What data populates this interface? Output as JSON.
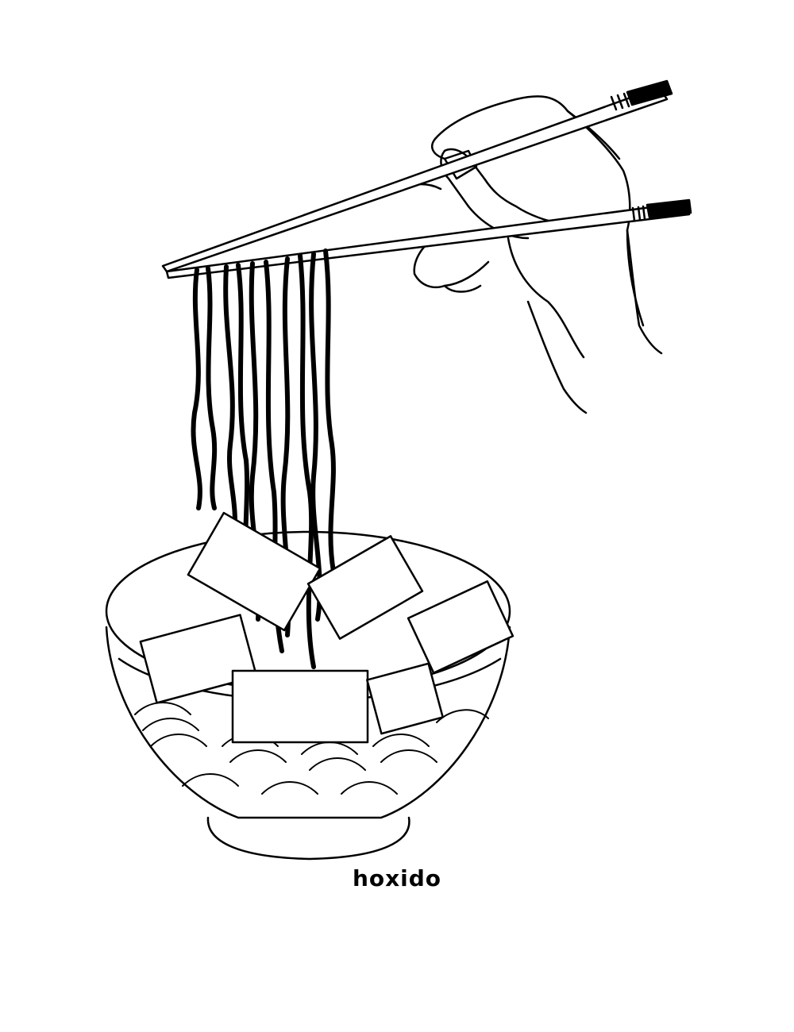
{
  "illustration": {
    "subject": "Hand holding chopsticks lifting cassette tape ribbons from a bowl of cassette tapes",
    "colors": {
      "ink": "#000000",
      "background": "#ffffff"
    },
    "elements": [
      "hand",
      "chopsticks",
      "tape-noodles",
      "cassette-tapes",
      "bowl",
      "wave-pattern",
      "bowl-foot"
    ]
  },
  "signature": {
    "text": "hoxido"
  }
}
